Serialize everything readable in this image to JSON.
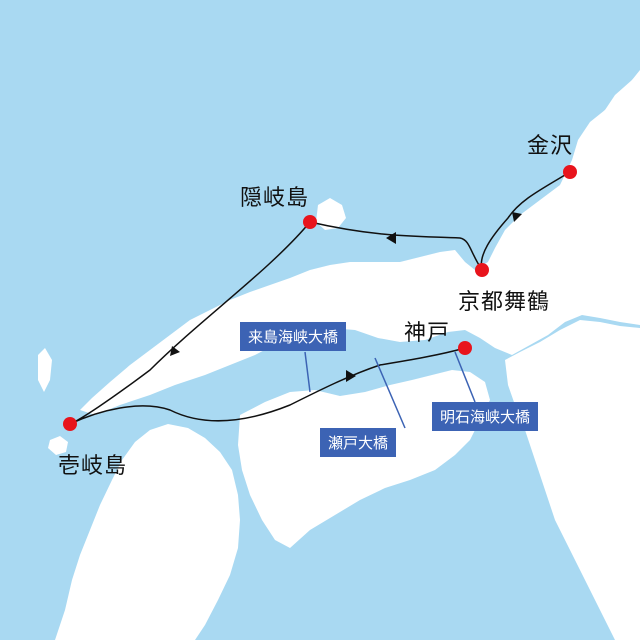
{
  "ports": {
    "kanazawa": "金沢",
    "maizuru": "京都舞鶴",
    "oki": "隠岐島",
    "iki": "壱岐島",
    "kobe": "神戸"
  },
  "bridges": {
    "kurushima": "来島海峡大橋",
    "seto": "瀬戸大橋",
    "akashi": "明石海峡大橋"
  },
  "colors": {
    "sea": "#a9d9f2",
    "land": "#ffffff",
    "port_marker": "#e8141c",
    "route": "#111111",
    "bridge_label_bg": "#3c63b4"
  }
}
